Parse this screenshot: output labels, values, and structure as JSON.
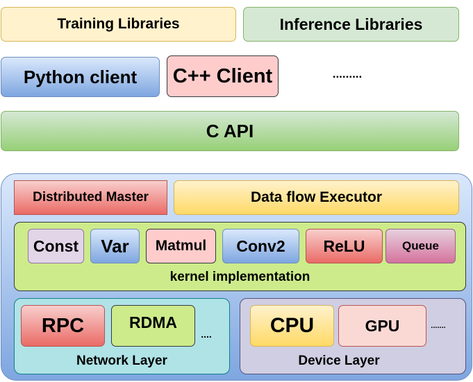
{
  "top": {
    "training_libraries": "Training Libraries",
    "inference_libraries": "Inference Libraries",
    "python_client": "Python client",
    "cpp_client": "C++ Client",
    "more_clients": ".........",
    "c_api": "C  API"
  },
  "runtime": {
    "distributed_master": "Distributed  Master",
    "dataflow_executor": "Data flow Executor",
    "kernel": {
      "label": "kernel  implementation",
      "ops": [
        "Const",
        "Var",
        "Matmul",
        "Conv2",
        "ReLU",
        "Queue"
      ]
    },
    "network_layer": {
      "label": "Network Layer",
      "items": [
        "RPC",
        "RDMA"
      ],
      "more": "...."
    },
    "device_layer": {
      "label": "Device Layer",
      "items": [
        "CPU",
        "GPU"
      ],
      "more": "......."
    }
  },
  "colors": {
    "yellow": "#fff2cc",
    "green": "#d5e8d4",
    "blue": "#7ea6e0",
    "red": "#ea6b66",
    "lime": "#cdeb8b",
    "teal": "#b0e3e6",
    "lavender": "#d0cee2"
  }
}
